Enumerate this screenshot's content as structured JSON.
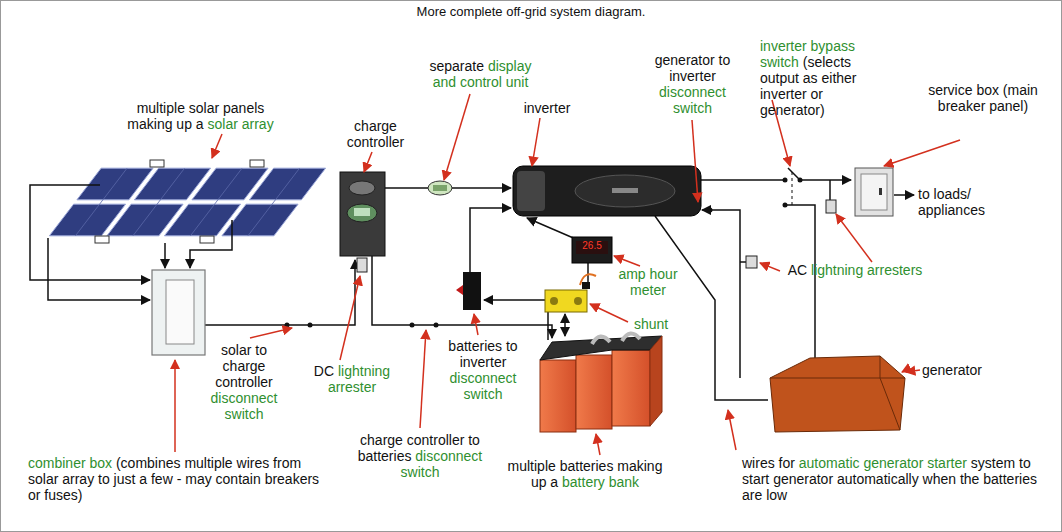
{
  "diagram": {
    "title": "More complete off-grid system diagram.",
    "labels": [
      "multiple solar panels making up a solar array",
      "charge controller",
      "separate display and control unit",
      "inverter",
      "generator to inverter disconnect switch",
      "inverter bypass switch (selects output as either inverter or generator)",
      "service box (main breaker panel)",
      "to loads/ appliances",
      "solar to charge controller disconnect switch",
      "DC lightning arrester",
      "amp hour meter",
      "shunt",
      "AC lightning arresters",
      "batteries to inverter disconnect switch",
      "generator",
      "charge controller to batteries disconnect switch",
      "combiner box (combines multiple wires from solar array to just a few - may contain breakers or fuses)",
      "multiple batteries making up a battery bank",
      "wires for automatic generator starter system to start generator automatically when the batteries are low",
      "26.5"
    ]
  }
}
